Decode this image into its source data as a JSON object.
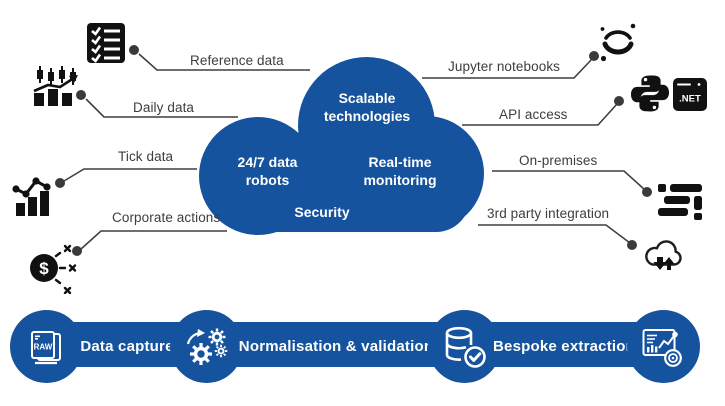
{
  "colors": {
    "primary_blue": "#15539E",
    "connector_gray": "#3F3F3F",
    "label_text": "#3D3D3D",
    "icon_black": "#111111",
    "white": "#FFFFFF"
  },
  "cloud": {
    "features": [
      {
        "label": "Scalable technologies"
      },
      {
        "label": "24/7 data robots"
      },
      {
        "label": "Real-time monitoring"
      },
      {
        "label": "Security"
      }
    ]
  },
  "inputs": [
    {
      "label": "Reference data",
      "icon": "checklist-icon"
    },
    {
      "label": "Daily data",
      "icon": "candlestick-chart-icon"
    },
    {
      "label": "Tick data",
      "icon": "line-chart-icon"
    },
    {
      "label": "Corporate actions",
      "icon": "dollar-split-icon"
    }
  ],
  "outputs": [
    {
      "label": "Jupyter notebooks",
      "icon": "jupyter-icon"
    },
    {
      "label": "API access",
      "icons": [
        "python-icon",
        "dotnet-icon"
      ]
    },
    {
      "label": "On-premises",
      "icon": "server-blocks-icon"
    },
    {
      "label": "3rd party integration",
      "icon": "cloud-transfer-icon"
    }
  ],
  "pipeline": {
    "steps": [
      {
        "label": "Data capture",
        "icon": "raw-file-icon"
      },
      {
        "label": "Normalisation & validation",
        "icon": "gears-icon"
      },
      {
        "label": "Bespoke extraction",
        "icon": "database-check-icon"
      }
    ],
    "end_icon": "report-chart-icon"
  }
}
